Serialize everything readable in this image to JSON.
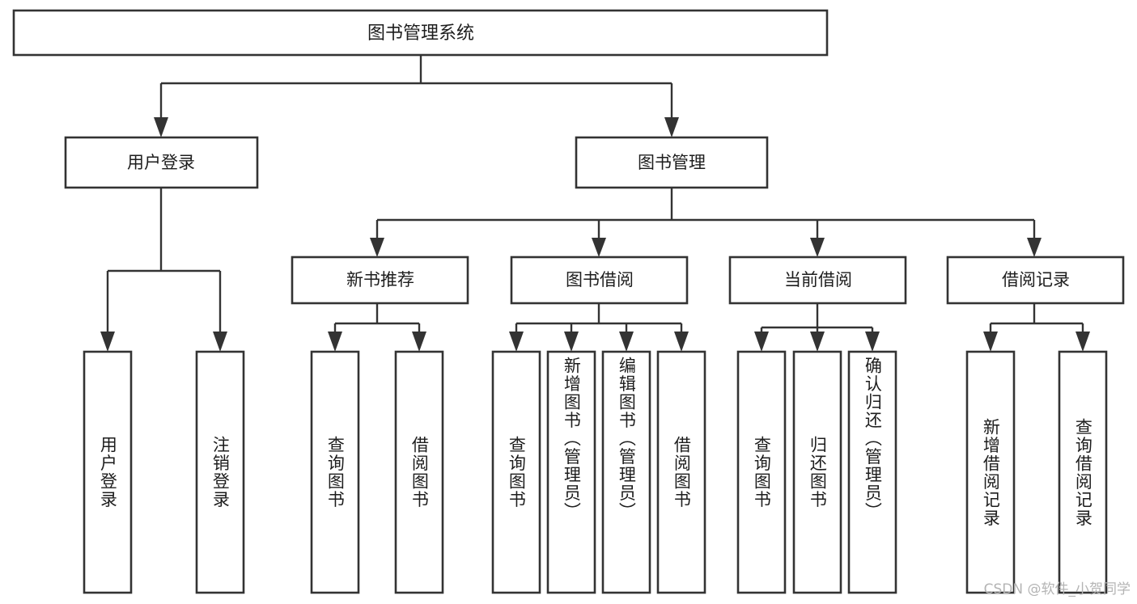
{
  "diagram": {
    "title": "图书管理系统",
    "type": "tree-hierarchy",
    "colors": {
      "box_stroke": "#333333",
      "box_fill": "#ffffff",
      "connector": "#333333",
      "text": "#1d1d1d",
      "background": "#ffffff",
      "watermark": "#b4b4b4"
    },
    "root": {
      "label": "图书管理系统"
    },
    "level2": [
      {
        "label": "用户登录"
      },
      {
        "label": "图书管理"
      }
    ],
    "level3": [
      {
        "label": "新书推荐"
      },
      {
        "label": "图书借阅"
      },
      {
        "label": "当前借阅"
      },
      {
        "label": "借阅记录"
      }
    ],
    "leaves": {
      "user_login": [
        {
          "label": "用户登录"
        },
        {
          "label": "注销登录"
        }
      ],
      "new_book_recommend": [
        {
          "label": "查询图书"
        },
        {
          "label": "借阅图书"
        }
      ],
      "book_borrow": [
        {
          "label": "查询图书"
        },
        {
          "label": "新增图书（管理员）"
        },
        {
          "label": "编辑图书（管理员）"
        },
        {
          "label": "借阅图书"
        }
      ],
      "current_borrow": [
        {
          "label": "查询图书"
        },
        {
          "label": "归还图书"
        },
        {
          "label": "确认归还（管理员）"
        }
      ],
      "borrow_records": [
        {
          "label": "新增借阅记录"
        },
        {
          "label": "查询借阅记录"
        }
      ]
    }
  },
  "watermark": {
    "text": "CSDN @软件_小贺同学"
  }
}
